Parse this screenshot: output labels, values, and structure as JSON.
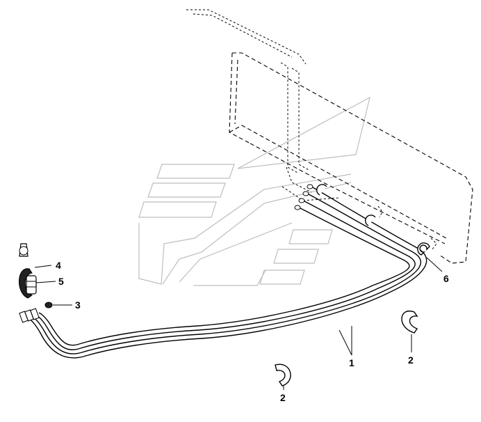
{
  "callouts": {
    "label_1": "1",
    "label_2a": "2",
    "label_2b": "2",
    "label_3": "3",
    "label_4": "4",
    "label_5": "5",
    "label_6": "6"
  },
  "colors": {
    "line": "#000000",
    "watermark": "#bdbdbd",
    "background": "#ffffff"
  }
}
